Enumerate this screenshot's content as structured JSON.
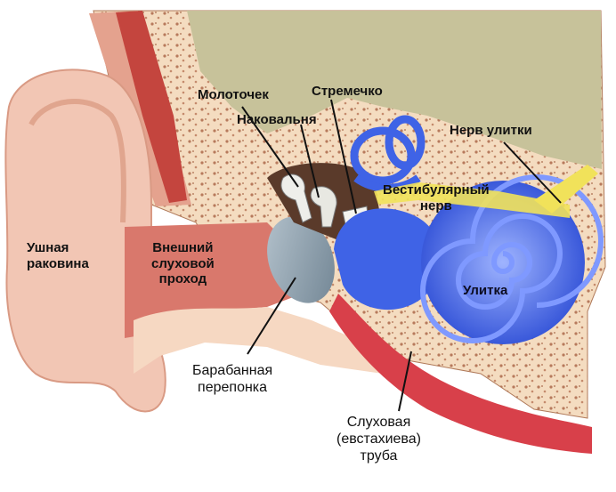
{
  "labels": {
    "auricle": [
      "Ушная",
      "раковина"
    ],
    "external_canal": [
      "Внешний",
      "слуховой",
      "проход"
    ],
    "malleus": "Молоточек",
    "incus": "Наковальня",
    "stapes": "Стремечко",
    "cochlear_nerve": "Нерв улитки",
    "vestibular_nerve": [
      "Вестибулярный",
      "нерв"
    ],
    "cochlea": "Улитка",
    "eardrum": [
      "Барабанная",
      "перепонка"
    ],
    "eustachian_tube": [
      "Слуховая",
      "(евстахиева)",
      "труба"
    ]
  },
  "colors": {
    "skin": "#f2c6b4",
    "skin_dark": "#e6a892",
    "canal": "#d9786c",
    "bone": "#f4dcc0",
    "skull": "#c7c29a",
    "cochlea": "#3f63e6",
    "cochlea_light": "#8aa4ff",
    "eardrum": "#8fa2b0",
    "nerve": "#f1e25a",
    "tube": "#d8404a"
  }
}
